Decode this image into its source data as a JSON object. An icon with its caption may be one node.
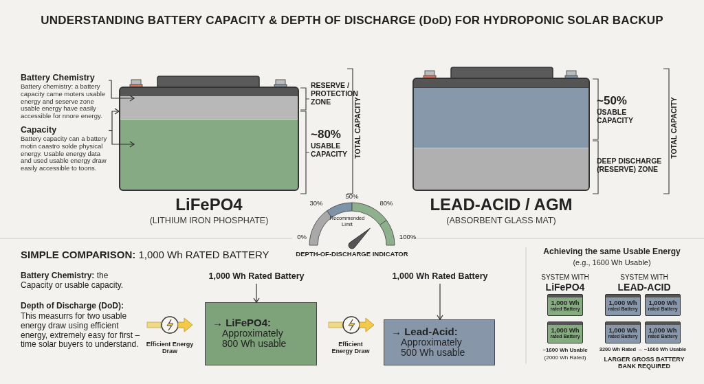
{
  "diagram": {
    "title": "UNDERSTANDING BATTERY CAPACITY & DEPTH OF DISCHARGE (DoD) FOR HYDROPONIC SOLAR BACKUP",
    "nodes": [
      {
        "text": [
          "Battery Chemistry",
          "Battery chemistry: a battery capacity came moters usable energy and seserve zone usable energy have easily accessible for nnore energy."
        ]
      },
      {
        "text": [
          "Capacity",
          "Battery capacity can a battery motin caastro solde physical energy. Usable energy data and used usable energy draw easily accessible to toons."
        ]
      },
      {
        "text": [
          "LiFePO4",
          "(LITHIUM IRON PHOSPHATE)"
        ]
      },
      {
        "text": [],
        "shape": "box",
        "in": 2
      },
      {
        "text": [],
        "shape": "box",
        "in": 2
      },
      {
        "text": [
          "LEAD-ACID / AGM",
          "(ABSORBENT GLASS MAT)"
        ]
      },
      {
        "text": [],
        "shape": "box",
        "in": 5
      },
      {
        "text": [],
        "shape": "box",
        "in": 5
      },
      {
        "text": [
          "1,000 Wh Rated Battery"
        ]
      },
      {
        "text": [
          "→ LiFePO4:",
          "Approximately 800 Wh usable"
        ]
      },
      {
        "text": [
          "1,000 Wh Rated Battery"
        ]
      },
      {
        "text": [
          "→ Lead-Acid:",
          "Approximately 500 Wh usable"
        ]
      },
      {
        "text": [
          "1,000 Wh",
          "rated Battery"
        ]
      },
      {
        "text": [
          "1,000 Wh",
          "rated Battery"
        ]
      },
      {
        "text": [
          "1,000 Wh",
          "rated Battery"
        ]
      },
      {
        "text": [
          "1,000 Wh",
          "rated Battery"
        ]
      },
      {
        "text": [
          "1,000 Wh",
          "rated Battery"
        ]
      },
      {
        "text": [
          "1,000 Wh",
          "rated Battery"
        ]
      }
    ],
    "edges": [
      {
        "from": 0,
        "to": 3,
        "arrow": "to"
      },
      {
        "from": 1,
        "to": 2,
        "arrow": "to"
      },
      {
        "from": 1,
        "to": 4,
        "arrow": "to"
      },
      {
        "from": 8,
        "to": 9,
        "arrow": "to"
      },
      {
        "from": 10,
        "to": 11,
        "arrow": "to"
      }
    ],
    "labels": [
      "RESERVE / PROTECTION ZONE",
      "~80%",
      "USABLE CAPACITY",
      "TOTAL CAPACITY",
      "~50%",
      "USABLE CAPACITY",
      "DEEP DISCHARGE (RESERVE) ZONE",
      "TOTAL CAPACITY",
      "50%",
      "30%",
      "80%",
      "Recommended Limit",
      "0%",
      "100%",
      "DEPTH-OF-DISCHARGE INDICATOR",
      "**SIMPLE COMPARISON:** 1,000 Wh RATED BATTERY",
      "**Battery Chemistry:** the Capacity or usable capacity.",
      "Depth of Discharge (DoD):",
      "This measurrs for two usable energy draw using efficient energy, extremely easy for first – time solar buyers to understand.",
      "Efficient Energy Draw",
      "Efficient Energy Draw",
      "Achieving the same Usable Energy",
      "(e.g., 1600 Wh Usable)",
      "SYSTEM WITH",
      "LiFePO4",
      "SYSTEM WITH",
      "LEAD-ACID",
      "~1600 Wh Usable",
      "(2000 Wh Rated)",
      "3200 Wh Rated → ~1600 Wh Usable",
      "LARGER GROSS BATTERY BANK REQUIRED"
    ]
  }
}
